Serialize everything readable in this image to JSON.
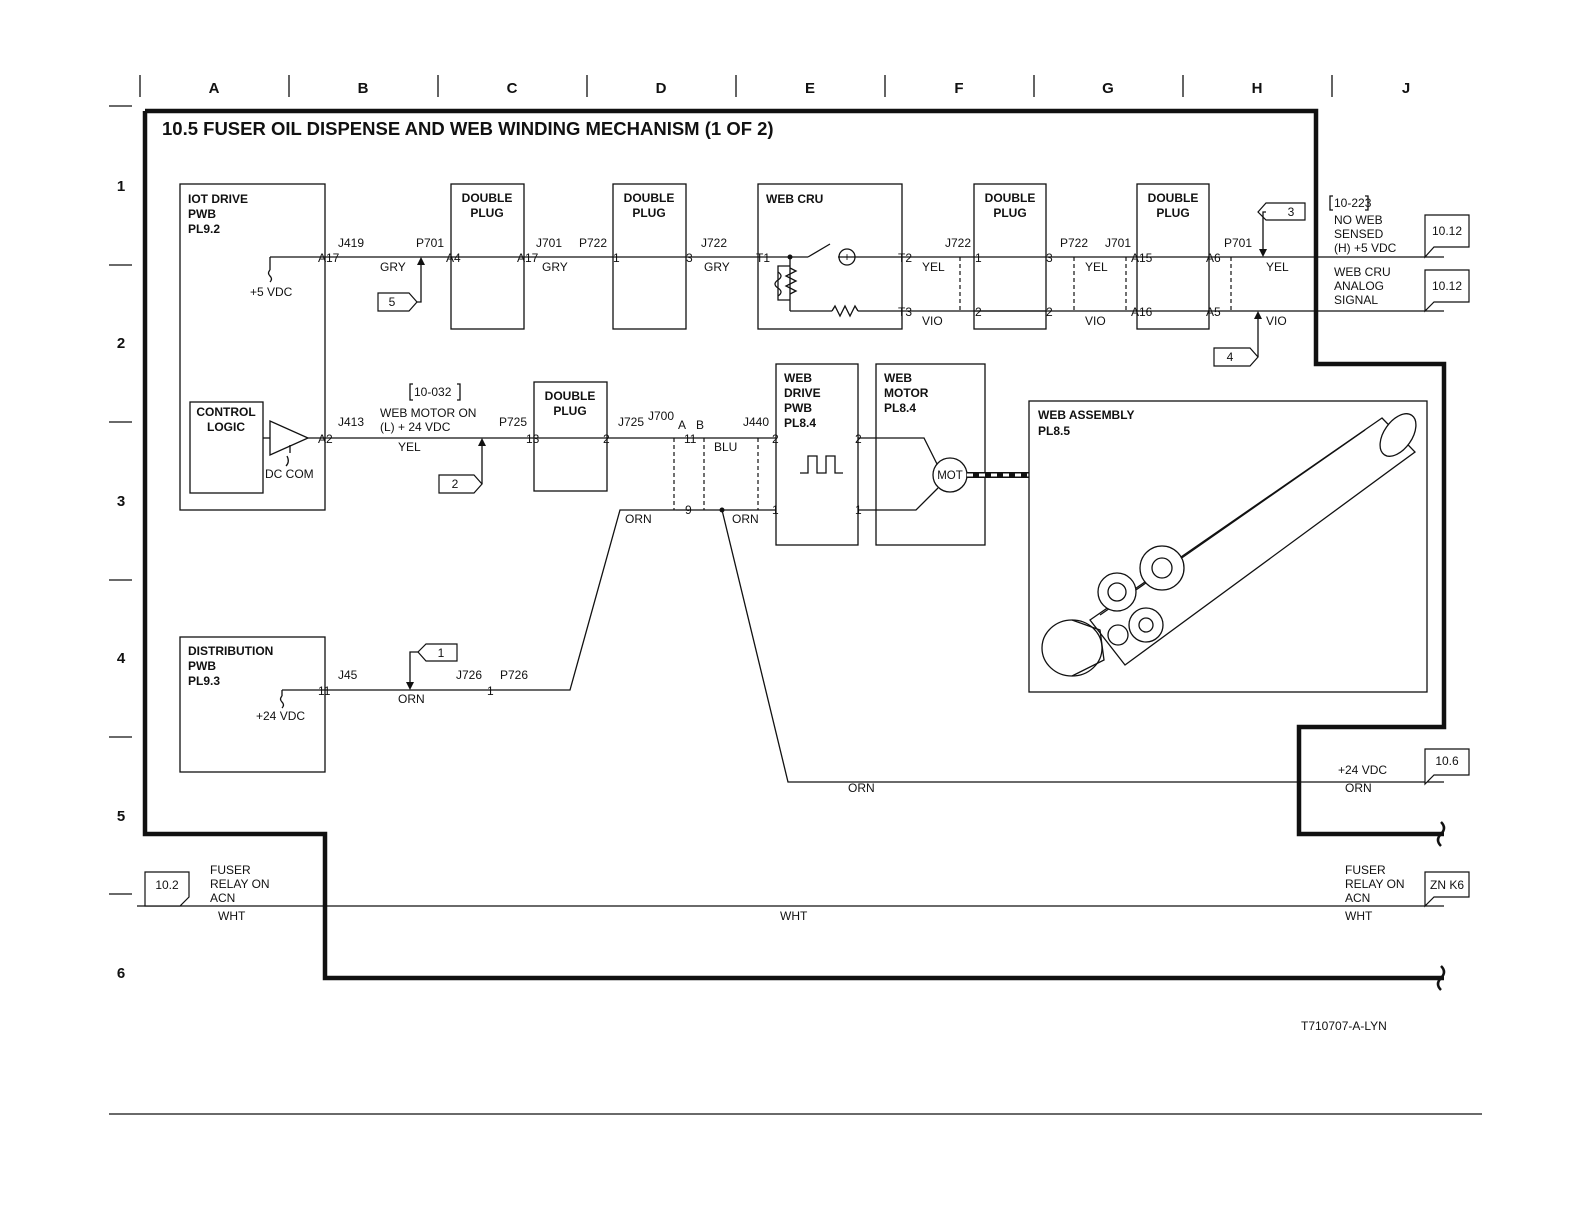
{
  "title": "10.5 FUSER OIL DISPENSE AND WEB WINDING MECHANISM (1 OF 2)",
  "columns": [
    "A",
    "B",
    "C",
    "D",
    "E",
    "F",
    "G",
    "H",
    "J"
  ],
  "rows": [
    "1",
    "2",
    "3",
    "4",
    "5",
    "6"
  ],
  "drawing_id": "T710707-A-LYN",
  "blocks": {
    "iot_drive": [
      "IOT DRIVE",
      "PWB",
      "PL9.2"
    ],
    "control_logic": [
      "CONTROL",
      "LOGIC"
    ],
    "distribution": [
      "DISTRIBUTION",
      "PWB",
      "PL9.3"
    ],
    "plug1": [
      "DOUBLE",
      "PLUG"
    ],
    "plug2": [
      "DOUBLE",
      "PLUG"
    ],
    "plug3": [
      "DOUBLE",
      "PLUG"
    ],
    "plug4": [
      "DOUBLE",
      "PLUG"
    ],
    "plug5": [
      "DOUBLE",
      "PLUG"
    ],
    "web_cru": "WEB CRU",
    "web_drive": [
      "WEB",
      "DRIVE",
      "PWB",
      "PL8.4"
    ],
    "web_motor": [
      "WEB",
      "MOTOR",
      "PL8.4"
    ],
    "web_assembly": [
      "WEB ASSEMBLY",
      "PL8.5"
    ],
    "mot": "MOT"
  },
  "voltages": {
    "v5": "+5 VDC",
    "v24": "+24 VDC",
    "dc_com": "DC COM"
  },
  "connectors": {
    "j419": "J419",
    "p701": "P701",
    "j701": "J701",
    "p722": "P722",
    "j722": "J722",
    "j722b": "J722",
    "p722b": "P722",
    "j701b": "J701",
    "p701b": "P701",
    "j413": "J413",
    "p725": "P725",
    "j725": "J725",
    "j700": "J700",
    "j440": "J440",
    "j45": "J45",
    "j726": "J726",
    "p726": "P726"
  },
  "pins": {
    "a17": "A17",
    "a4": "A4",
    "a17b": "A17",
    "p1": "1",
    "p3": "3",
    "t1": "T1",
    "t2": "T2",
    "t3": "T3",
    "f1": "1",
    "f3": "3",
    "f2": "2",
    "f2b": "2",
    "a15": "A15",
    "a6": "A6",
    "a16": "A16",
    "a5": "A5",
    "a2": "A2",
    "p13": "13",
    "p2": "2",
    "pa": "A",
    "pb": "B",
    "p11": "11",
    "p9": "9",
    "d2": "2",
    "d1": "1",
    "m2": "2",
    "m1": "1",
    "q11": "11",
    "q1": "1"
  },
  "wires": {
    "gry1": "GRY",
    "gry2": "GRY",
    "gry3": "GRY",
    "yel1": "YEL",
    "yel2": "YEL",
    "yel3": "YEL",
    "yel4": "YEL",
    "vio1": "VIO",
    "vio2": "VIO",
    "vio3": "VIO",
    "blu": "BLU",
    "orn1": "ORN",
    "orn2": "ORN",
    "orn3": "ORN",
    "orn4": "ORN",
    "orn5": "ORN",
    "wht1": "WHT",
    "wht2": "WHT",
    "wht3": "WHT"
  },
  "signals": {
    "web_motor_on": [
      "WEB MOTOR ON",
      "(L) + 24 VDC"
    ],
    "no_web": [
      "NO WEB",
      "SENSED",
      "(H) +5 VDC"
    ],
    "web_cru_analog": [
      "WEB CRU",
      "ANALOG",
      "SIGNAL"
    ],
    "fuser_relay_left": [
      "FUSER",
      "RELAY ON",
      "ACN"
    ],
    "fuser_relay_right": [
      "FUSER",
      "RELAY ON",
      "ACN"
    ],
    "plus24_right": "+24 VDC"
  },
  "references": {
    "r10_223": "10-223",
    "r10_032": "10-032",
    "r10_12a": "10.12",
    "r10_12b": "10.12",
    "r10_6": "10.6",
    "r10_2": "10.2",
    "zn_k6": "ZN K6"
  },
  "test_points": {
    "tp1": "1",
    "tp2": "2",
    "tp3": "3",
    "tp4": "4",
    "tp5": "5"
  }
}
